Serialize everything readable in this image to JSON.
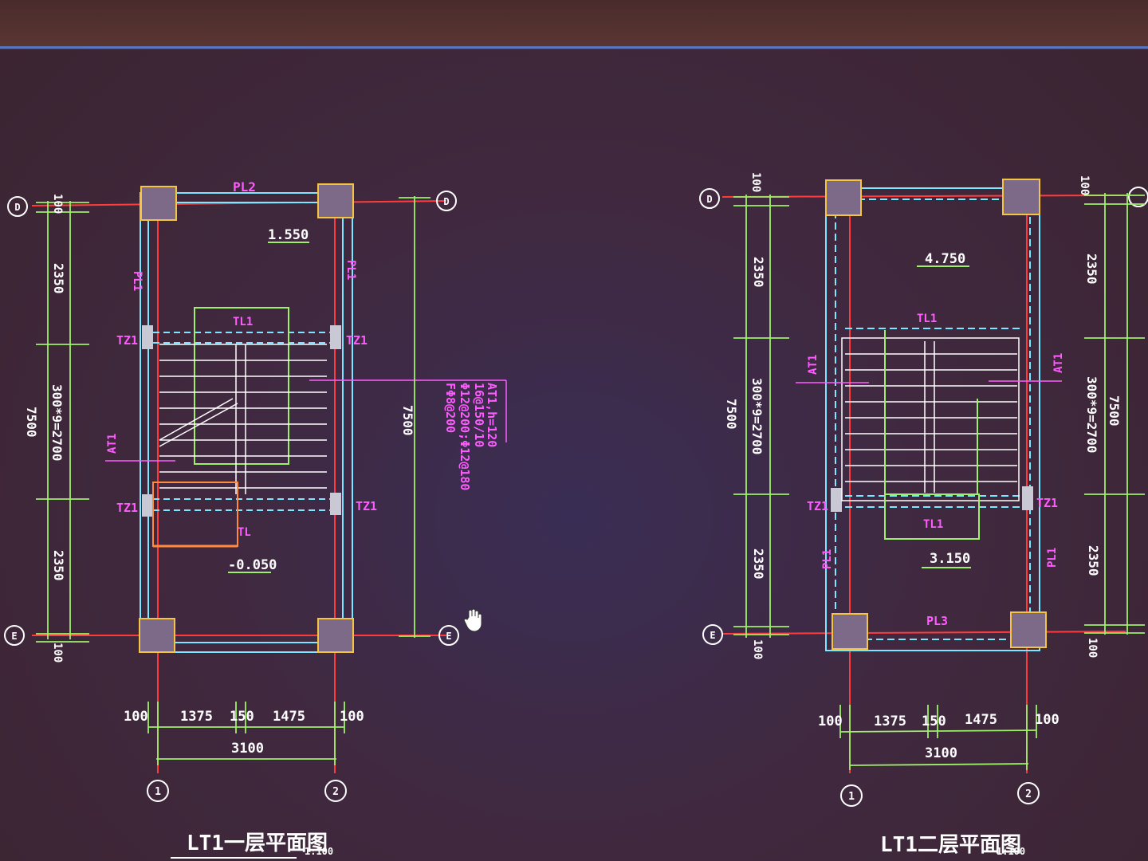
{
  "sheet": {
    "accent_colors": {
      "dimension": "#9cf06a",
      "label": "#ff5cff",
      "grid": "#ff3b3b",
      "wall": "#7fe6ff",
      "column": "#f5c542",
      "stair": "#ffffff",
      "viewport_edge": "#5b7fd8"
    }
  },
  "plan1": {
    "axis_top": "D",
    "axis_bottom": "E",
    "axis_left": "1",
    "axis_right": "2",
    "dim_left_top": "100",
    "dim_left_1": "2350",
    "dim_left_2": "300*9=2700",
    "dim_left_3": "2350",
    "dim_left_bottom": "100",
    "dim_overall": "7500",
    "dim_overall_right": "7500",
    "beam_top": "PL2",
    "beam_left": "PL1",
    "beam_right": "PL1",
    "col_tl": "TZ1",
    "col_tr": "TZ1",
    "col_bl": "TZ1",
    "col_br": "TZ1",
    "beam_tl1": "TL1",
    "beam_tl1_bottom": "TL",
    "slab_label": "AT1",
    "elev_top": "1.550",
    "elev_bottom": "-0.050",
    "note": [
      "AT1,h=120",
      "16@150/10",
      "Φ12@200;Φ12@180",
      "FΦ8@200"
    ],
    "bottom_dims": [
      "100",
      "1375",
      "150",
      "1475",
      "100"
    ],
    "bottom_total": "3100",
    "title": "LT1一层平面图",
    "scale": "1:100"
  },
  "plan2": {
    "axis_top": "D",
    "axis_bottom": "E",
    "axis_left": "1",
    "axis_right": "2",
    "dim_left_top": "100",
    "dim_left_1": "2350",
    "dim_left_2": "300*9=2700",
    "dim_left_3": "2350",
    "dim_left_bottom": "100",
    "dim_overall": "7500",
    "dim_overall_right": "7500",
    "dim_right_top": "100",
    "dim_right_1": "2350",
    "dim_right_2": "300*9=2700",
    "dim_right_3": "2350",
    "dim_right_bottom": "100",
    "beam_left": "PL1",
    "beam_right": "PL1",
    "beam_bottom": "PL3",
    "col_bl": "TZ1",
    "col_br": "TZ1",
    "beam_tl1_top": "TL1",
    "beam_tl1_bottom": "TL1",
    "slab_label_left": "AT1",
    "slab_label_right": "AT1",
    "elev_top": "4.750",
    "elev_bottom": "3.150",
    "bottom_dims": [
      "100",
      "1375",
      "150",
      "1475",
      "100"
    ],
    "bottom_total": "3100",
    "title": "LT1二层平面图",
    "scale": "1:100"
  },
  "cursor": {
    "icon": "hand-cursor-icon"
  }
}
